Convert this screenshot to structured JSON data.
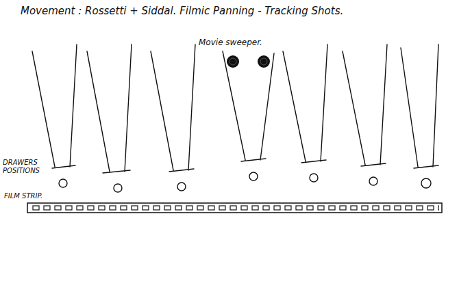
{
  "diagram": {
    "title": "Movement : Rossetti + Siddal. Filmic Panning - Tracking Shots.",
    "labels": [
      "Movie sweeper.",
      "DRAWERS POSITIONS",
      "FILM STRIP."
    ]
  }
}
